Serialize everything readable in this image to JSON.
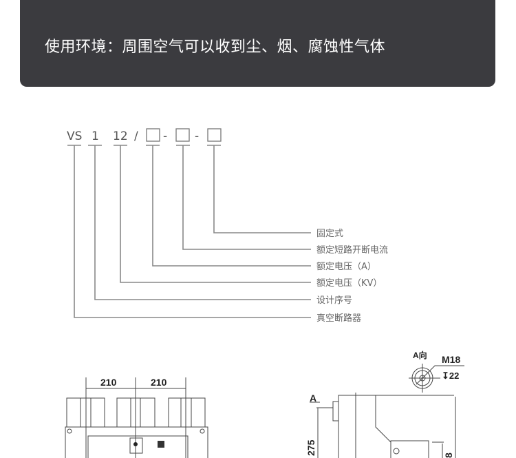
{
  "banner": {
    "text": "使用环境：周围空气可以收到尘、烟、腐蚀性气体"
  },
  "model_code": {
    "parts": [
      "VS",
      "1",
      "12",
      "/",
      "-",
      "-"
    ],
    "labels": [
      "固定式",
      "额定短路开断电流",
      "额定电压（A）",
      "额定电压（KV）",
      "设计序号",
      "真空断路器"
    ]
  },
  "drawings": {
    "front_dim_left": "210",
    "front_dim_right": "210",
    "side_arrow": "A",
    "side_height": "275",
    "side_height2": "8",
    "view_a": "A向",
    "thread": "M18",
    "depth": "↧22"
  },
  "colors": {
    "banner": "#3b3b3f"
  }
}
